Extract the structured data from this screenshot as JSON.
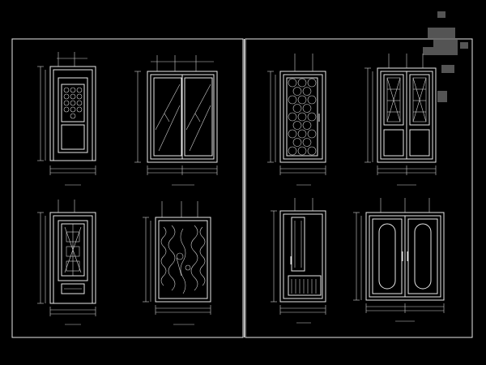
{
  "sheet": {
    "background_color": "#000000",
    "line_color": "#e8e8e8",
    "watermark_color": "#6a6a6a",
    "left_panel": {
      "elevations": [
        {
          "id": "a",
          "style": "lattice-panel",
          "caption": ""
        },
        {
          "id": "b",
          "style": "double-glass-diagonal",
          "caption": ""
        },
        {
          "id": "c",
          "style": "glazed-lattice-kickplate",
          "caption": ""
        },
        {
          "id": "d",
          "style": "carved-floral-panel",
          "caption": ""
        }
      ]
    },
    "right_panel": {
      "elevations": [
        {
          "id": "e",
          "style": "hexagon-grid",
          "caption": ""
        },
        {
          "id": "f",
          "style": "double-lattice-top",
          "caption": ""
        },
        {
          "id": "g",
          "style": "narrow-glass-with-panel",
          "caption": ""
        },
        {
          "id": "h",
          "style": "double-rounded-glass",
          "caption": ""
        }
      ]
    }
  }
}
